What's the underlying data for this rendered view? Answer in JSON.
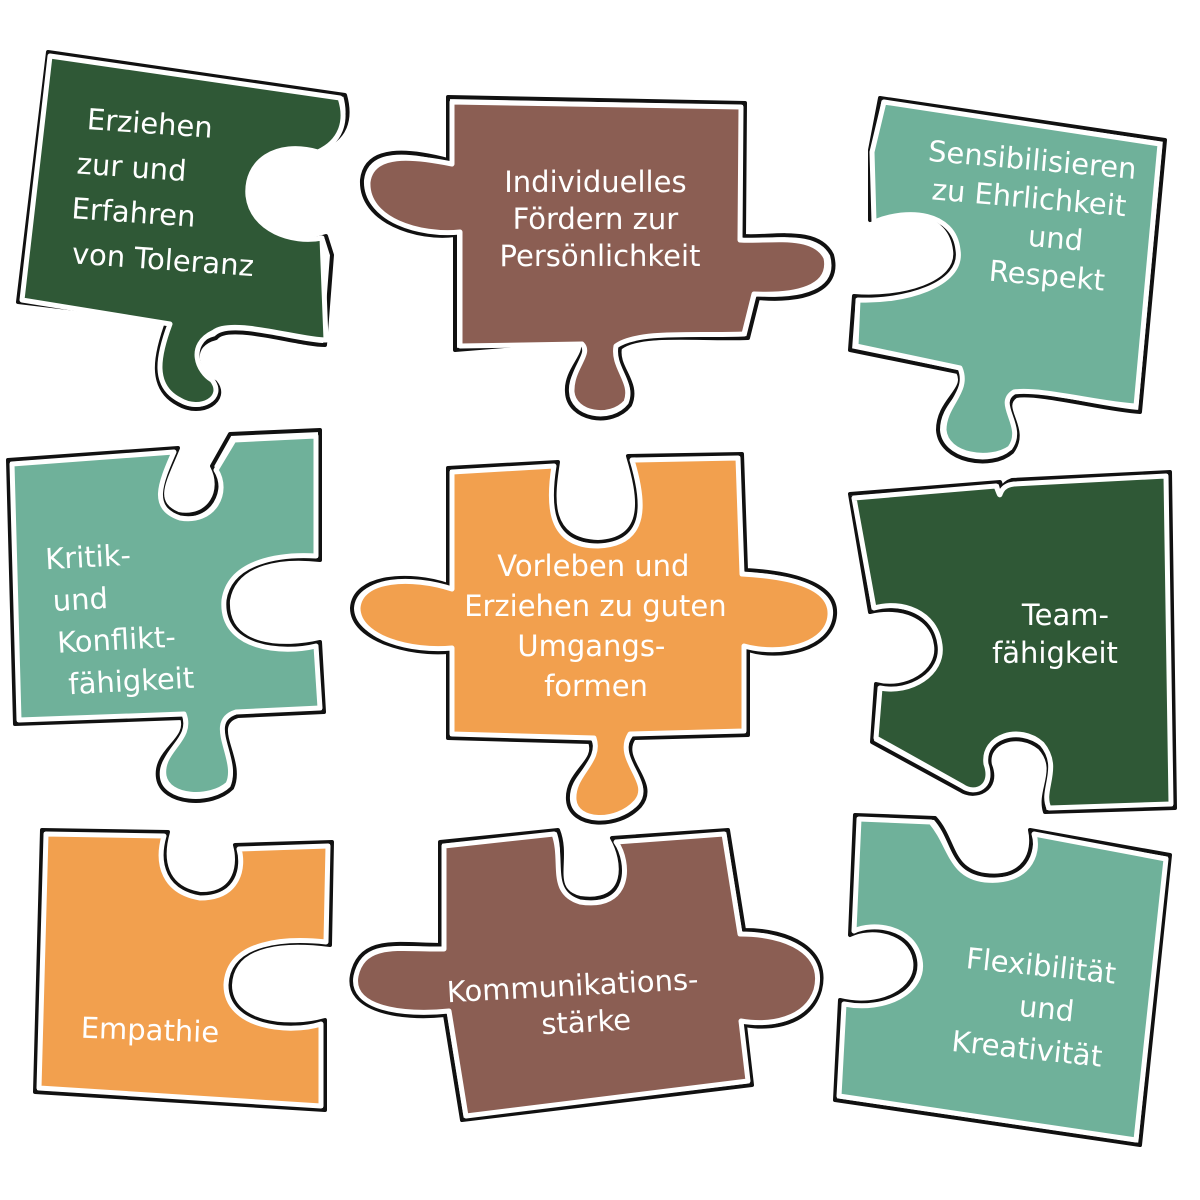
{
  "colors": {
    "dark_green": "#2f5836",
    "brown": "#8b5e53",
    "teal": "#6fb19a",
    "orange": "#f2a04e"
  },
  "pieces": [
    {
      "id": "toleranz",
      "color": "dark_green",
      "lines": [
        "Erziehen",
        "zur und",
        "Erfahren",
        "von Toleranz"
      ]
    },
    {
      "id": "persoenlichkeit",
      "color": "brown",
      "lines": [
        "Individuelles",
        "Fördern zur",
        "Persönlichkeit"
      ]
    },
    {
      "id": "ehrlichkeit",
      "color": "teal",
      "lines": [
        "Sensibilisieren",
        "zu Ehrlichkeit",
        "und",
        "Respekt"
      ]
    },
    {
      "id": "konflikt",
      "color": "teal",
      "lines": [
        "Kritik-",
        "und",
        "Konflikt-",
        "fähigkeit"
      ]
    },
    {
      "id": "umgangsformen",
      "color": "orange",
      "lines": [
        "Vorleben und",
        "Erziehen zu guten",
        "Umgangs-",
        "formen"
      ]
    },
    {
      "id": "team",
      "color": "dark_green",
      "lines": [
        "Team-",
        "fähigkeit"
      ]
    },
    {
      "id": "empathie",
      "color": "orange",
      "lines": [
        "Empathie"
      ]
    },
    {
      "id": "kommunikation",
      "color": "brown",
      "lines": [
        "Kommunikations-",
        "stärke"
      ]
    },
    {
      "id": "flexibilitaet",
      "color": "teal",
      "lines": [
        "Flexibilität",
        "und",
        "Kreativität"
      ]
    }
  ]
}
